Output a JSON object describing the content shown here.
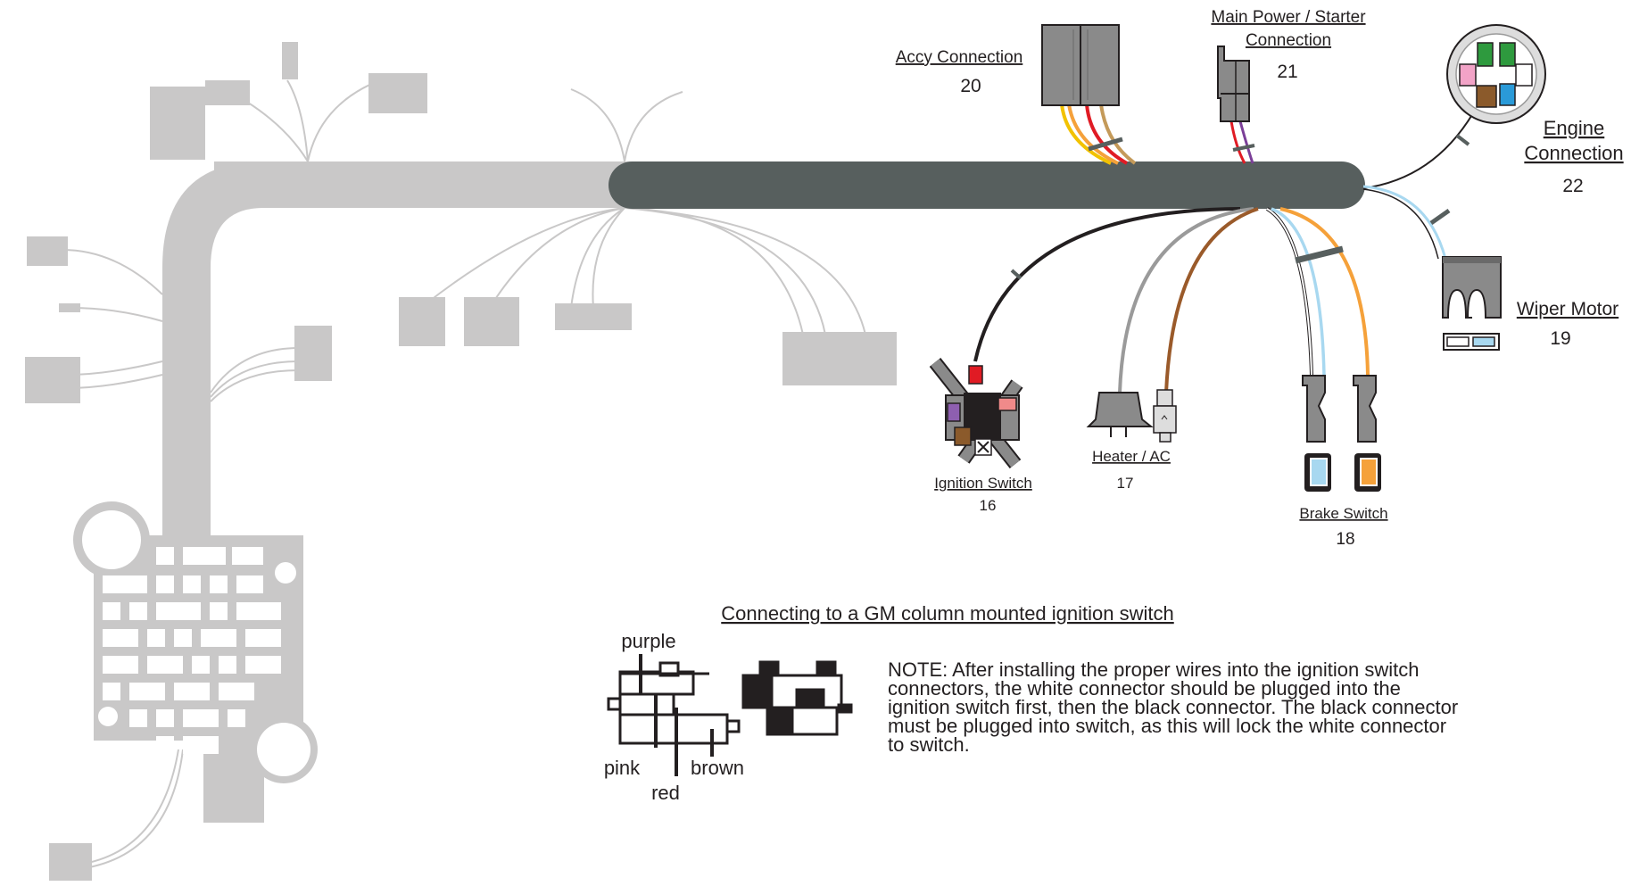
{
  "labels": {
    "accy": {
      "name": "Accy Connection",
      "number": "20"
    },
    "main_power": {
      "name_line1": "Main Power / Starter",
      "name_line2": "Connection",
      "number": "21"
    },
    "engine": {
      "name_line1": "Engine",
      "name_line2": "Connection",
      "number": "22"
    },
    "wiper": {
      "name": "Wiper Motor",
      "number": "19"
    },
    "ignition": {
      "name": "Ignition Switch",
      "number": "16"
    },
    "heater": {
      "name": "Heater / AC",
      "number": "17"
    },
    "brake": {
      "name": "Brake Switch",
      "number": "18"
    }
  },
  "ignition_detail": {
    "title": "Connecting to a GM column mounted ignition switch",
    "wires": {
      "purple": "purple",
      "pink": "pink",
      "red": "red",
      "brown": "brown"
    },
    "note": "NOTE: After installing the proper wires into the ignition switch connectors, the white connector should be plugged into the ignition switch first, then the black connector. The black connector must be plugged into switch, as this will lock the white connector to switch."
  },
  "colors": {
    "harness_active": "#575f5e",
    "harness_inactive": "#c9c8c8",
    "connector_gray": "#8a8a8a",
    "wire_yellow": "#f2c200",
    "wire_orange": "#f5a13a",
    "wire_red": "#e01b24",
    "wire_tan": "#c49a5a",
    "wire_purple": "#7b3f98",
    "wire_black": "#231f20",
    "wire_gray": "#9a9a9a",
    "wire_brown": "#9a5a2a",
    "wire_lightblue": "#a8d8f0",
    "pin_green": "#2e9a3e",
    "pin_blue": "#2a9ad8",
    "pin_pink": "#f2a3c7",
    "pin_brown": "#8b5a2b",
    "pin_purple": "#8e5fb0",
    "pin_salmon": "#f08a8a"
  }
}
